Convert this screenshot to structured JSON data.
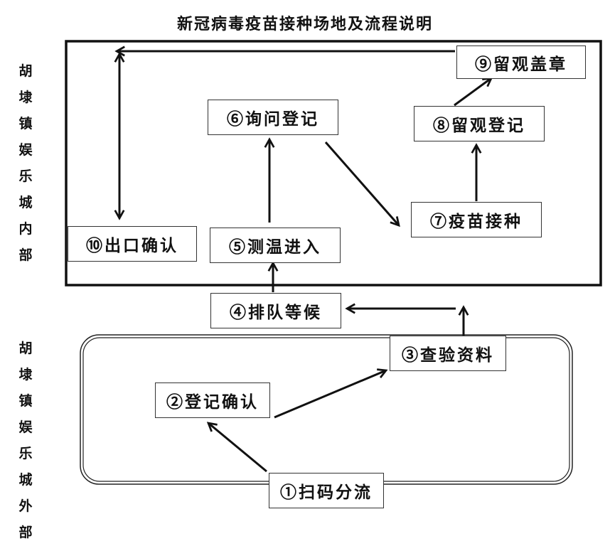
{
  "title": "新冠病毒疫苗接种场地及流程说明",
  "zones": {
    "inside_label": [
      "胡",
      "埭",
      "镇",
      "娱",
      "乐",
      "城",
      "内",
      "部"
    ],
    "outside_label": [
      "胡",
      "埭",
      "镇",
      "娱",
      "乐",
      "城",
      "外",
      "部"
    ]
  },
  "steps": [
    {
      "id": 1,
      "label": "①扫码分流",
      "zone": "outside"
    },
    {
      "id": 2,
      "label": "②登记确认",
      "zone": "outside"
    },
    {
      "id": 3,
      "label": "③查验资料",
      "zone": "outside"
    },
    {
      "id": 4,
      "label": "④排队等候",
      "zone": "between"
    },
    {
      "id": 5,
      "label": "⑤测温进入",
      "zone": "inside"
    },
    {
      "id": 6,
      "label": "⑥询问登记",
      "zone": "inside"
    },
    {
      "id": 7,
      "label": "⑦疫苗接种",
      "zone": "inside"
    },
    {
      "id": 8,
      "label": "⑧留观登记",
      "zone": "inside"
    },
    {
      "id": 9,
      "label": "⑨留观盖章",
      "zone": "inside"
    },
    {
      "id": 10,
      "label": "⑩出口确认",
      "zone": "inside"
    }
  ],
  "flows": [
    {
      "from": 1,
      "to": 2
    },
    {
      "from": 2,
      "to": 3
    },
    {
      "from": 3,
      "to": 4
    },
    {
      "from": 4,
      "to": 5
    },
    {
      "from": 5,
      "to": 6
    },
    {
      "from": 6,
      "to": 7
    },
    {
      "from": 7,
      "to": 8
    },
    {
      "from": 8,
      "to": 9
    },
    {
      "from": 9,
      "to": 10
    }
  ],
  "colors": {
    "line": "#111111",
    "box_border": "#333333"
  }
}
